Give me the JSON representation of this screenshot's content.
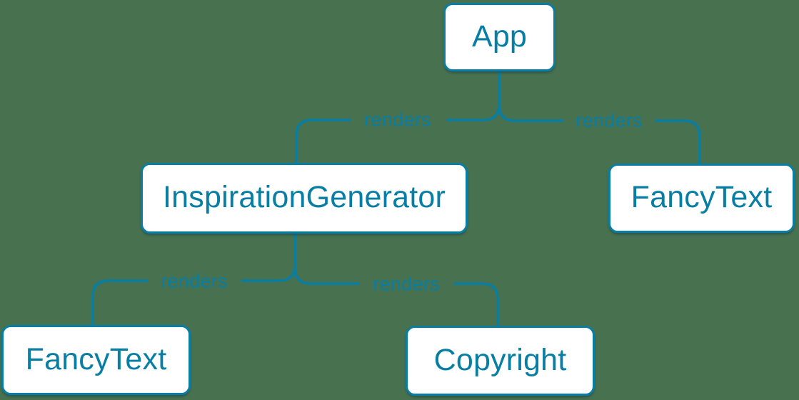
{
  "colors": {
    "bg": "#47714F",
    "stroke": "#087EA4",
    "node_fill": "#FFFFFF",
    "text": "#087EA4"
  },
  "diagram_type": "react-render-tree",
  "nodes": [
    {
      "id": "app",
      "label": "App"
    },
    {
      "id": "inspiration-generator",
      "label": "InspirationGenerator"
    },
    {
      "id": "fancy-text-top-right",
      "label": "FancyText"
    },
    {
      "id": "fancy-text-bottom-left",
      "label": "FancyText"
    },
    {
      "id": "copyright",
      "label": "Copyright"
    }
  ],
  "edges": [
    {
      "from": "app",
      "to": "inspiration-generator",
      "label": "renders"
    },
    {
      "from": "app",
      "to": "fancy-text-top-right",
      "label": "renders"
    },
    {
      "from": "inspiration-generator",
      "to": "fancy-text-bottom-left",
      "label": "renders"
    },
    {
      "from": "inspiration-generator",
      "to": "copyright",
      "label": "renders"
    }
  ]
}
